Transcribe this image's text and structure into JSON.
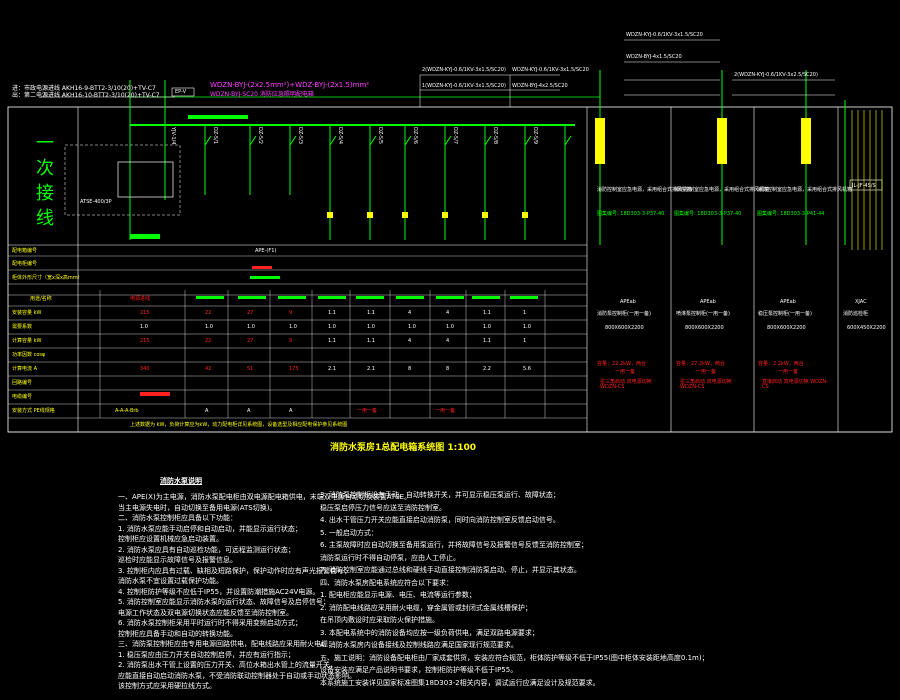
{
  "header": {
    "left_lines": [
      "进：市政电源进线   AKH16-9-BTT2-3/10(20)+TV-C7",
      "出：第二电源进线   AKH16-10-BTT2-3/10(20)+TV-C7"
    ],
    "cable_main": "WDZN-BYJ-(2x2.5mm²)+WDZ-BYJ-(2x1.5)mm²",
    "cable_main_2": "WDZN-BYJ-SC20 消防应急照明配电箱",
    "box_label": "EP-V",
    "top_cables": [
      "2(WDZN-KYJ-0.6/1KV-3x1.5/SC20)",
      "WDZN-KYJ-0.6/1KV-3x1.5/SC20",
      "1(WDZN-KYJ-0.6/1KV-3x1.5/SC20)",
      "WDZN-BYJ-4x2.5/SC20",
      "WDZN-KYJ-0.6/1KV-3x1.5/SC20",
      "WDZN-BYJ-4x1.5/SC20",
      "2(WDZN-KYJ-0.6/1KV-3x2.5/SC20)"
    ]
  },
  "left_title": [
    "一",
    "次",
    "接",
    "线"
  ],
  "atse_label": "ATSE-400/3P",
  "circuit_labels": [
    "YJV-1/4",
    "DZ-5/1",
    "DZ-5/2",
    "DZ-5/3",
    "DZ-5/4",
    "DZ-5/5",
    "DZ-5/6",
    "DZ-5/7",
    "DZ-5/8",
    "DZ-5/9"
  ],
  "panel_texts": [
    {
      "desc": "消防控制室应急电源，采用组合式排风机箱",
      "ref": "图集编号: 18D303-3-P37-40"
    },
    {
      "desc": "消防控制室应急电源，采用组合式排风机箱",
      "ref": "图集编号: 18D303-3-P37-40"
    },
    {
      "desc": "消防控制室应急电源，采用组合式排风机箱",
      "ref": "图集编号: 18D303-3-P41-44"
    }
  ],
  "terminal_label": "JL-JF-4S/S",
  "table": {
    "row_labels": [
      "配电箱编号",
      "配电柜编号",
      "柜体外形尺寸（宽x深x高mm）",
      "用途/名称",
      "安装容量 kW",
      "需要系数",
      "计算容量 kW",
      "功率因数 cosφ",
      "计算电流 A",
      "回路编号",
      "电缆编号",
      "安装方式 PE线规格"
    ],
    "box_id": "APE-(F1)",
    "headers": [
      "电源进线",
      "",
      "",
      "",
      "",
      "",
      "",
      "",
      "",
      ""
    ],
    "cap": [
      "215",
      "22",
      "27",
      "9",
      "1.1",
      "1.1",
      "4",
      "4",
      "1.1",
      "1"
    ],
    "demand": [
      "1.0",
      "1.0",
      "1.0",
      "1.0",
      "1.0",
      "1.0",
      "1.0",
      "1.0",
      "1.0",
      "1.0"
    ],
    "calc": [
      "215",
      "22",
      "27",
      "9",
      "1.1",
      "1.1",
      "4",
      "4",
      "1.1",
      "1"
    ],
    "current": [
      "340",
      "42",
      "51",
      "175",
      "2.1",
      "2.1",
      "8",
      "8",
      "2.2",
      "5.6"
    ],
    "install": [
      "A-A-A-Brb",
      "A",
      "A",
      "A",
      "",
      "一用一备",
      "",
      "一用一备",
      "",
      ""
    ],
    "note_row": "上述数据为    kW，负荷计算应为kW，动力配电柜详见系统图，设备选型及相应配电保护参见系统图"
  },
  "right_boxes": [
    {
      "id": "APEab",
      "name": "消防泵控制柜(一用一备)",
      "size": "800X600X2200",
      "load": "容量：22.2kW，两台",
      "note": "一用一备",
      "extra": "星三角启动 双电源切换 WDZN-CS"
    },
    {
      "id": "APEab",
      "name": "喷淋泵控制柜(一用一备)",
      "size": "800X600X2200",
      "load": "容量：27.2kW，两台",
      "note": "一用一备",
      "extra": "星三角启动 双电源切换 WDZN-CS"
    },
    {
      "id": "APEab",
      "name": "稳压泵控制柜(一用一备)",
      "size": "800X600X2200",
      "load": "容量：2.2kW，两台",
      "note": "一用一备",
      "extra": "直接启动 双电源切换 WDZN-CS"
    },
    {
      "id": "XJAC",
      "name": "消防巡检柜",
      "size": "600X450X2200",
      "load": "",
      "note": "",
      "extra": ""
    }
  ],
  "diagram_title": "消防水泵房1总配电箱系统图 1:100",
  "notes": {
    "title": "消防水泵说明",
    "left": [
      "一、APE(X)为主电源，消防水泵配电柜由双电源配电箱供电，末端双电源自动切换装置ATSE。",
      "    当主电源失电时，自动切换至备用电源(ATS切换)。",
      "二、消防水泵控制柜应具备以下功能：",
      "  1.  消防水泵应能手动启停和自动启动，并能显示运行状态；",
      "      控制柜应设置机械应急启动装置。",
      "  2.  消防水泵应具有自动巡检功能，可远程监测运行状态；",
      "      巡检时应能显示故障信号及报警信息。",
      "  3.  控制柜内应具有过载、缺相及短路保护，保护动作时应有声光报警信号；",
      "      消防水泵不宜设置过载保护功能。",
      "  4.  控制柜防护等级不应低于IP55，并设置防潮措施AC24V电源。",
      "  5.  消防控制室应能显示消防水泵的运行状态、故障信号及启停信号；",
      "      电源工作状态及双电源切换状态应能反馈至消防控制室。",
      "  6.  消防水泵控制柜采用平时运行时不得采用变频启动方式；",
      "      控制柜应具备手动和自动的转换功能。",
      "三、消防泵控制柜应由专用电源回路供电，配电线路应采用耐火电缆；",
      "  1.  稳压泵应由压力开关自动控制启停，并应有运行指示；",
      "  2.  消防泵出水干管上设置的压力开关、高位水箱出水管上的流量开关，",
      "      应能直接自动启动消防水泵，不受消防联动控制器处于自动或手动状态影响。",
      "      该控制方式应采用硬拉线方式。"
    ],
    "right": [
      "3.  消防泵控制柜设有手动、自动转换开关，并可显示稳压泵运行、故障状态；",
      "    稳压泵启停压力信号应送至消防控制室。",
      "4.  出水干管压力开关应能直接启动消防泵，同时向消防控制室反馈启动信号。",
      "5.  一般启动方式：",
      "6.  主泵故障时应自动切换至备用泵运行，并将故障信号及报警信号反馈至消防控制室；",
      "    消防泵运行时不得自动停泵，应由人工停止。",
      "7.  消防控制室应能通过总线和硬线手动直接控制消防泵启动、停止，并显示其状态。",
      "四、消防水泵房配电系统应符合以下要求：",
      "  1.  配电柜应能显示电源、电压、电流等运行参数；",
      "  2.  消防配电线路应采用耐火电缆，穿金属管或封闭式金属线槽保护；",
      "      在吊顶内敷设时应采取防火保护措施。",
      "3.  本配电系统中的消防设备均应按一级负荷供电，满足双路电源要求；",
      "4.  消防水泵房内设备接线及控制线路应满足国家现行规范要求。",
      "五、施工说明：消防设备配电柜由厂家成套供货，安装应符合规范，柜体防护等级不低于IP55(图中柜体安装距地高度0.1m)；",
      "    设备安装应满足产品说明书要求，控制柜防护等级不低于IP55。",
      "    本系统施工安装详见国家标准图集18D303-2相关内容，调试运行应满足设计及规范要求。"
    ]
  },
  "colors": {
    "green": "#00ff00",
    "yellow": "#ffff00",
    "red": "#ff2020",
    "white": "#ffffff",
    "cyan": "#00ffff"
  }
}
